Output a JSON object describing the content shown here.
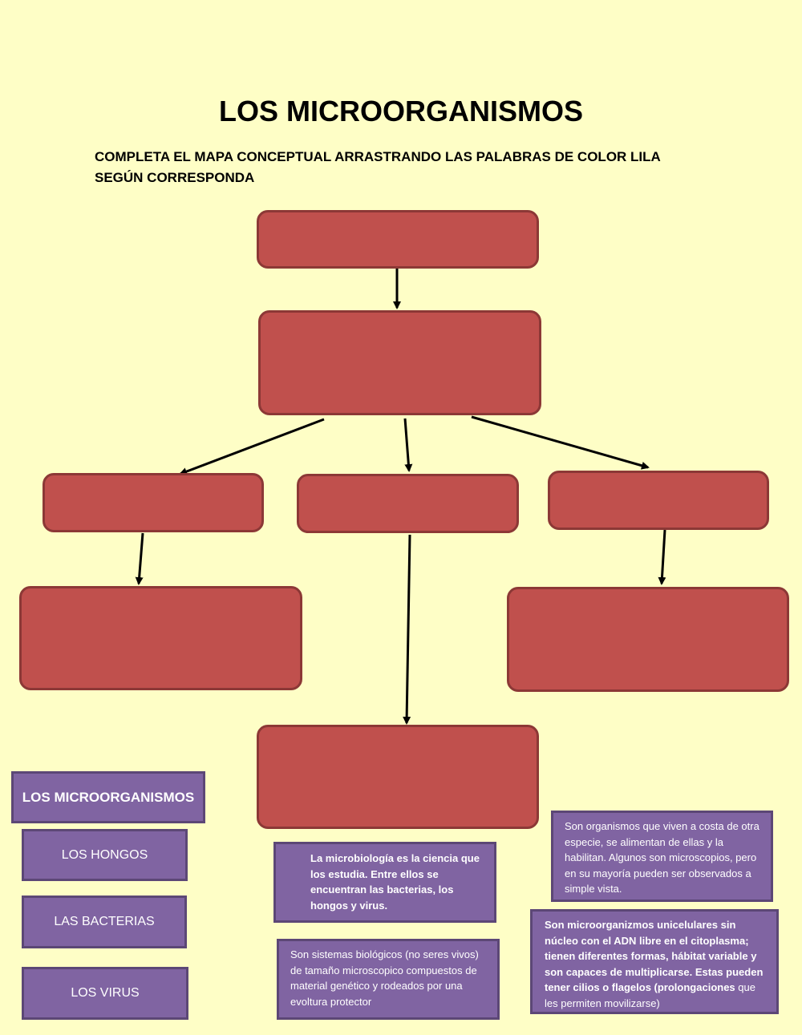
{
  "title": "LOS MICROORGANISMOS",
  "instructions": "COMPLETA EL MAPA CONCEPTUAL ARRASTRANDO LAS PALABRAS DE COLOR LILA SEGÚN CORRESPONDA",
  "colors": {
    "background": "#fefec6",
    "slot_fill": "#c0504d",
    "chip_fill": "#8064a2"
  },
  "chips": {
    "microorganismos": "LOS MICROORGANISMOS",
    "hongos": "LOS HONGOS",
    "bacterias": "LAS BACTERIAS",
    "virus": "LOS VIRUS"
  },
  "descriptions": {
    "microbiologia": "La microbiología es la ciencia que los estudia. Entre ellos se encuentran las bacterias, los hongos y virus.",
    "virus": "Son sistemas biológicos (no seres vivos) de tamaño microscopico compuestos de material genético y rodeados por una evoltura protector",
    "hongos": "Son organismos que viven a costa de otra especie, se alimentan de ellas y la habilitan. Algunos son microscopios, pero en su mayoría pueden ser observados a simple vista.",
    "bacterias_bold": "Son microorganizmos unicelulares sin núcleo con el ADN libre en el citoplasma; tienen diferentes formas, hábitat variable y son capaces de multiplicarse. Estas pueden tener cilios o flagelos (prolongaciones",
    "bacterias_rest": " que les permiten movilizarse)"
  }
}
